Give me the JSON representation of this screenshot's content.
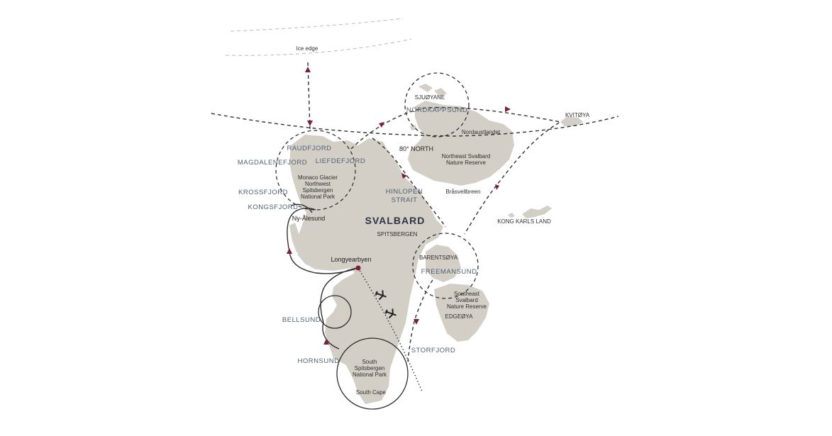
{
  "map": {
    "title": "SVALBARD",
    "main_island": "SPITSBERGEN",
    "ice_edge": "Ice edge",
    "latitude_line": "80° NORTH",
    "towns": {
      "longyearbyen": "Longyearbyen",
      "ny_alesund": "Ny-Ålesund"
    },
    "waterways": {
      "magdalenefjord": "MAGDALENEFJORD",
      "raudfjord": "RAUDFJORD",
      "liefdefjord": "LIEFDEFJORD",
      "krossfjord": "KROSSFJORD",
      "kongsfjord": "KONGSFJORD",
      "bellsund": "BELLSUND",
      "hornsund": "HORNSUND",
      "storfjord": "STORFJORD",
      "nordkappsund": "NORDKAPPSUND",
      "freemansund": "FREEMANSUND",
      "hinlopen_1": "HINLOPEN",
      "hinlopen_2": "STRAIT"
    },
    "places": {
      "sjuoyane": "SJUØYANE",
      "kvitoya": "KVITØYA",
      "kong_karls_land": "KONG KARLS LAND",
      "nordaustlandet": "Nordaustlandet",
      "brasvellbreen": "Bråsvellbreen",
      "barentsoya": "BARENTSØYA",
      "edgeoya": "EDGEØYA",
      "south_cape": "South Cape"
    },
    "reserves": {
      "northwest": [
        "Monaco Glacier",
        "Northwest",
        "Spitsbergen",
        "National Park"
      ],
      "northeast": [
        "Northeast Svalbard",
        "Nature Reserve"
      ],
      "southeast": [
        "Southeast",
        "Svalbard",
        "Nature Reserve"
      ],
      "south": [
        "South",
        "Spitsbergen",
        "National Park"
      ]
    },
    "colors": {
      "land": "#d4cfc6",
      "route": "#333333",
      "arrow": "#7a1f3d",
      "waterway_label": "#4f5f74",
      "ice_edge": "#b9b9b9"
    },
    "icons": [
      "plane-icon",
      "plane-icon",
      "route-arrow-icon",
      "town-marker-icon"
    ]
  }
}
